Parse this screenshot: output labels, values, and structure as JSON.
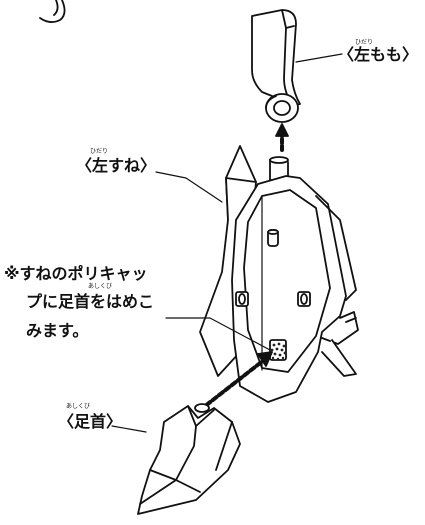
{
  "labels": {
    "left_thigh": "〈左もも〉",
    "left_thigh_ruby": "ひだり",
    "left_shin": "〈左すね〉",
    "left_shin_ruby": "ひだり",
    "foot": "〈足首〉",
    "foot_ruby": "あしくび"
  },
  "note": {
    "line1": "※すねのポリキャッ",
    "line2_a": "プに",
    "line2_b": "足首",
    "line2_c": "をはめこ",
    "line2_ruby": "あしくび",
    "line3": "みます。"
  }
}
